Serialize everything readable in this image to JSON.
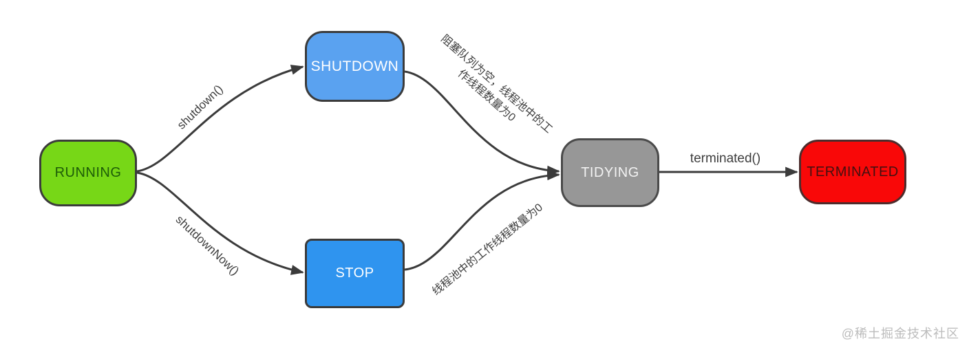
{
  "diagram": {
    "nodes": [
      {
        "id": "running",
        "label": "RUNNING",
        "fill": "#77d717",
        "text_color": "#1d5c08"
      },
      {
        "id": "shutdown",
        "label": "SHUTDOWN",
        "fill": "#5aa2f0",
        "text_color": "#ffffff"
      },
      {
        "id": "stop",
        "label": "STOP",
        "fill": "#2f94ef",
        "text_color": "#ffffff"
      },
      {
        "id": "tidying",
        "label": "TIDYING",
        "fill": "#979797",
        "text_color": "#f2f2f2"
      },
      {
        "id": "terminated",
        "label": "TERMINATED",
        "fill": "#f90808",
        "text_color": "#431010"
      }
    ],
    "edges": [
      {
        "from": "running",
        "to": "shutdown",
        "label": "shutdown()"
      },
      {
        "from": "running",
        "to": "stop",
        "label": "shutdownNow()"
      },
      {
        "from": "shutdown",
        "to": "tidying",
        "label": "阻塞队列为空，线程池中的工作线程数量为0"
      },
      {
        "from": "stop",
        "to": "tidying",
        "label": "线程池中的工作线程数量为0"
      },
      {
        "from": "tidying",
        "to": "terminated",
        "label": "terminated()"
      }
    ],
    "colors": {
      "edge": "#3b3b3b",
      "background": "#ffffff",
      "watermark": "#bcbcbc"
    },
    "watermark": "@稀土掘金技术社区"
  }
}
